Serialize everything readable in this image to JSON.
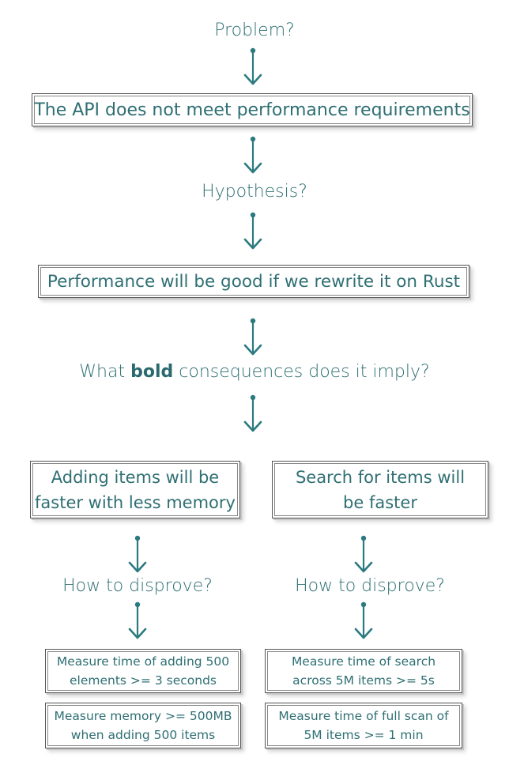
{
  "problem_q": "Problem?",
  "problem": "The API does not meet performance requirements",
  "hypothesis_q": "Hypothesis?",
  "hypothesis": "Performance will be good if we rewrite it on Rust",
  "consequences_q": {
    "pre": "What",
    "bold": "bold",
    "post": "consequences does it imply?"
  },
  "left": {
    "consequence": [
      "Adding items will be",
      "faster with less memory"
    ],
    "disprove_q": "How to disprove?",
    "tests": [
      [
        "Measure time of adding 500",
        "elements >= 3 seconds"
      ],
      [
        "Measure memory >= 500MB",
        "when adding 500 items"
      ]
    ]
  },
  "right": {
    "consequence": [
      "Search for items will",
      "be faster"
    ],
    "disprove_q": "How to disprove?",
    "tests": [
      [
        "Measure time of search",
        "across 5M items >= 5s"
      ],
      [
        "Measure time of full scan of",
        "5M items >= 1 min"
      ]
    ]
  },
  "colors": {
    "text": "#2f6f73",
    "arrow": "#2b7a80"
  }
}
